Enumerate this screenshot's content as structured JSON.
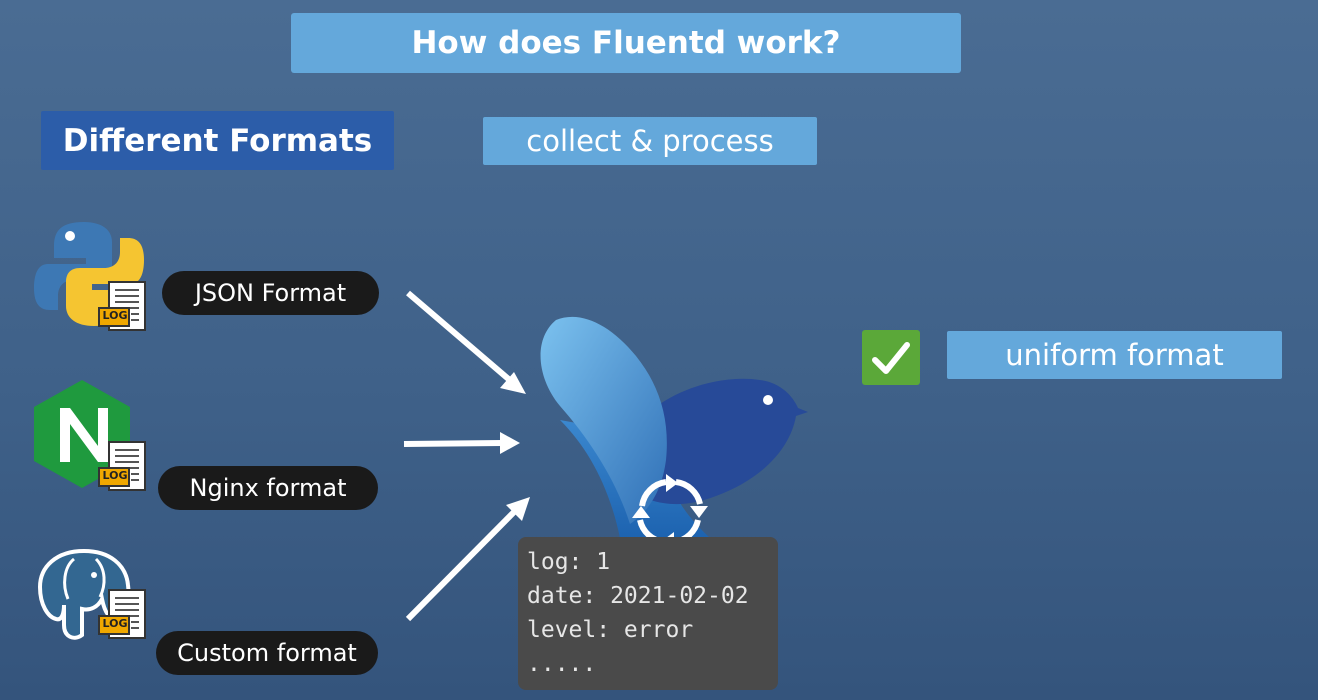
{
  "title": "How does Fluentd work?",
  "left_heading": "Different Formats",
  "middle_heading": "collect & process",
  "sources": [
    {
      "icon": "python-icon",
      "badge": "LOG",
      "label": "JSON Format"
    },
    {
      "icon": "nginx-icon",
      "badge": "LOG",
      "label": "Nginx format"
    },
    {
      "icon": "postgresql-icon",
      "badge": "LOG",
      "label": "Custom format"
    }
  ],
  "processor": {
    "icon": "fluentd-bird-icon",
    "overlay_icon": "refresh-cycle-icon"
  },
  "record_lines": [
    "log: 1",
    "date: 2021-02-02",
    "level: error",
    "....."
  ],
  "output": {
    "icon": "checkmark-icon",
    "label": "uniform format"
  },
  "colors": {
    "background": "#436690",
    "light_blue_box": "#64a8db",
    "dark_blue_box": "#2c5da9",
    "pill": "#1a1a1a",
    "check_green": "#5ba839",
    "record_bg": "#4a4a4a"
  }
}
